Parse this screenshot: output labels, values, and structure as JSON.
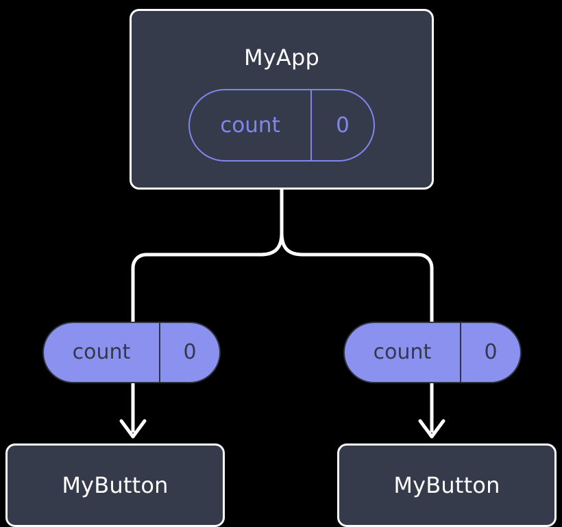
{
  "diagram": {
    "type": "component-state-propagation-tree",
    "background_color": "#000000",
    "root": {
      "name": "root-component",
      "title": "MyApp",
      "box_fill": "#353B4A",
      "box_border": "#FFFFFF",
      "state_pill": {
        "key": "count",
        "value": "0",
        "style": "outline",
        "accent_color": "#8087EC"
      }
    },
    "branches": [
      {
        "name": "left-branch",
        "state_pill": {
          "key": "count",
          "value": "0",
          "style": "filled",
          "fill_color": "#8B91EE",
          "text_color": "#33384A"
        },
        "leaf": {
          "name": "leaf-component-left",
          "title": "MyButton",
          "box_fill": "#353B4A",
          "box_border": "#FFFFFF"
        }
      },
      {
        "name": "right-branch",
        "state_pill": {
          "key": "count",
          "value": "0",
          "style": "filled",
          "fill_color": "#8B91EE",
          "text_color": "#33384A"
        },
        "leaf": {
          "name": "leaf-component-right",
          "title": "MyButton",
          "box_fill": "#353B4A",
          "box_border": "#FFFFFF"
        }
      }
    ],
    "connectors": {
      "stroke_color": "#FFFFFF",
      "stroke_width": 5,
      "arrow_heads": 2,
      "split_style": "rounded-tee"
    }
  }
}
